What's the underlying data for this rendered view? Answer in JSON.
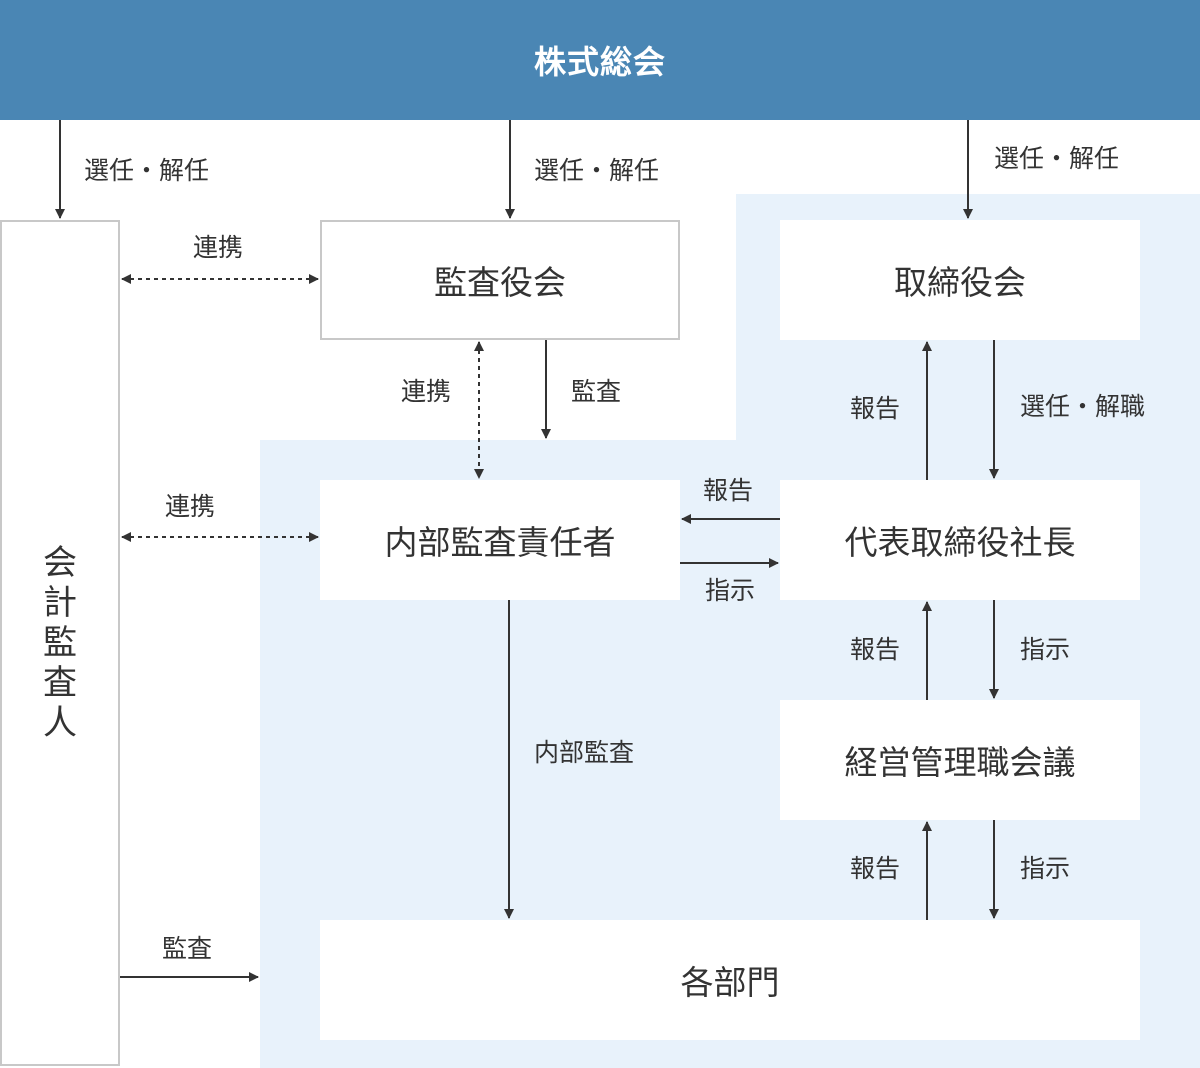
{
  "header": {
    "title": "株式総会"
  },
  "nodes": {
    "external_auditor": "会計監査人",
    "audit_board": "監査役会",
    "board_of_directors": "取締役会",
    "internal_audit_head": "内部監査責任者",
    "president": "代表取締役社長",
    "management_council": "経営管理職会議",
    "departments": "各部門"
  },
  "external_auditor_chars": [
    "会",
    "計",
    "監",
    "査",
    "人"
  ],
  "edges": {
    "to_external_auditor": "選任・解任",
    "to_audit_board": "選任・解任",
    "to_board": "選任・解任",
    "auditor_audit_board_link": "連携",
    "audit_board_internal_link": "連携",
    "audit_board_audit": "監査",
    "auditor_internal_link": "連携",
    "board_report": "報告",
    "board_appoint_dismiss": "選任・解職",
    "president_to_internal_report": "報告",
    "internal_to_president_instruction": "指示",
    "council_report": "報告",
    "president_instruction": "指示",
    "internal_audit": "内部監査",
    "dept_report": "報告",
    "council_instruction": "指示",
    "auditor_dept_audit": "監査"
  },
  "colors": {
    "header_bg": "#4a86b4",
    "region_bg": "#e8f2fb",
    "border": "#c8c8c8",
    "line": "#333333"
  }
}
